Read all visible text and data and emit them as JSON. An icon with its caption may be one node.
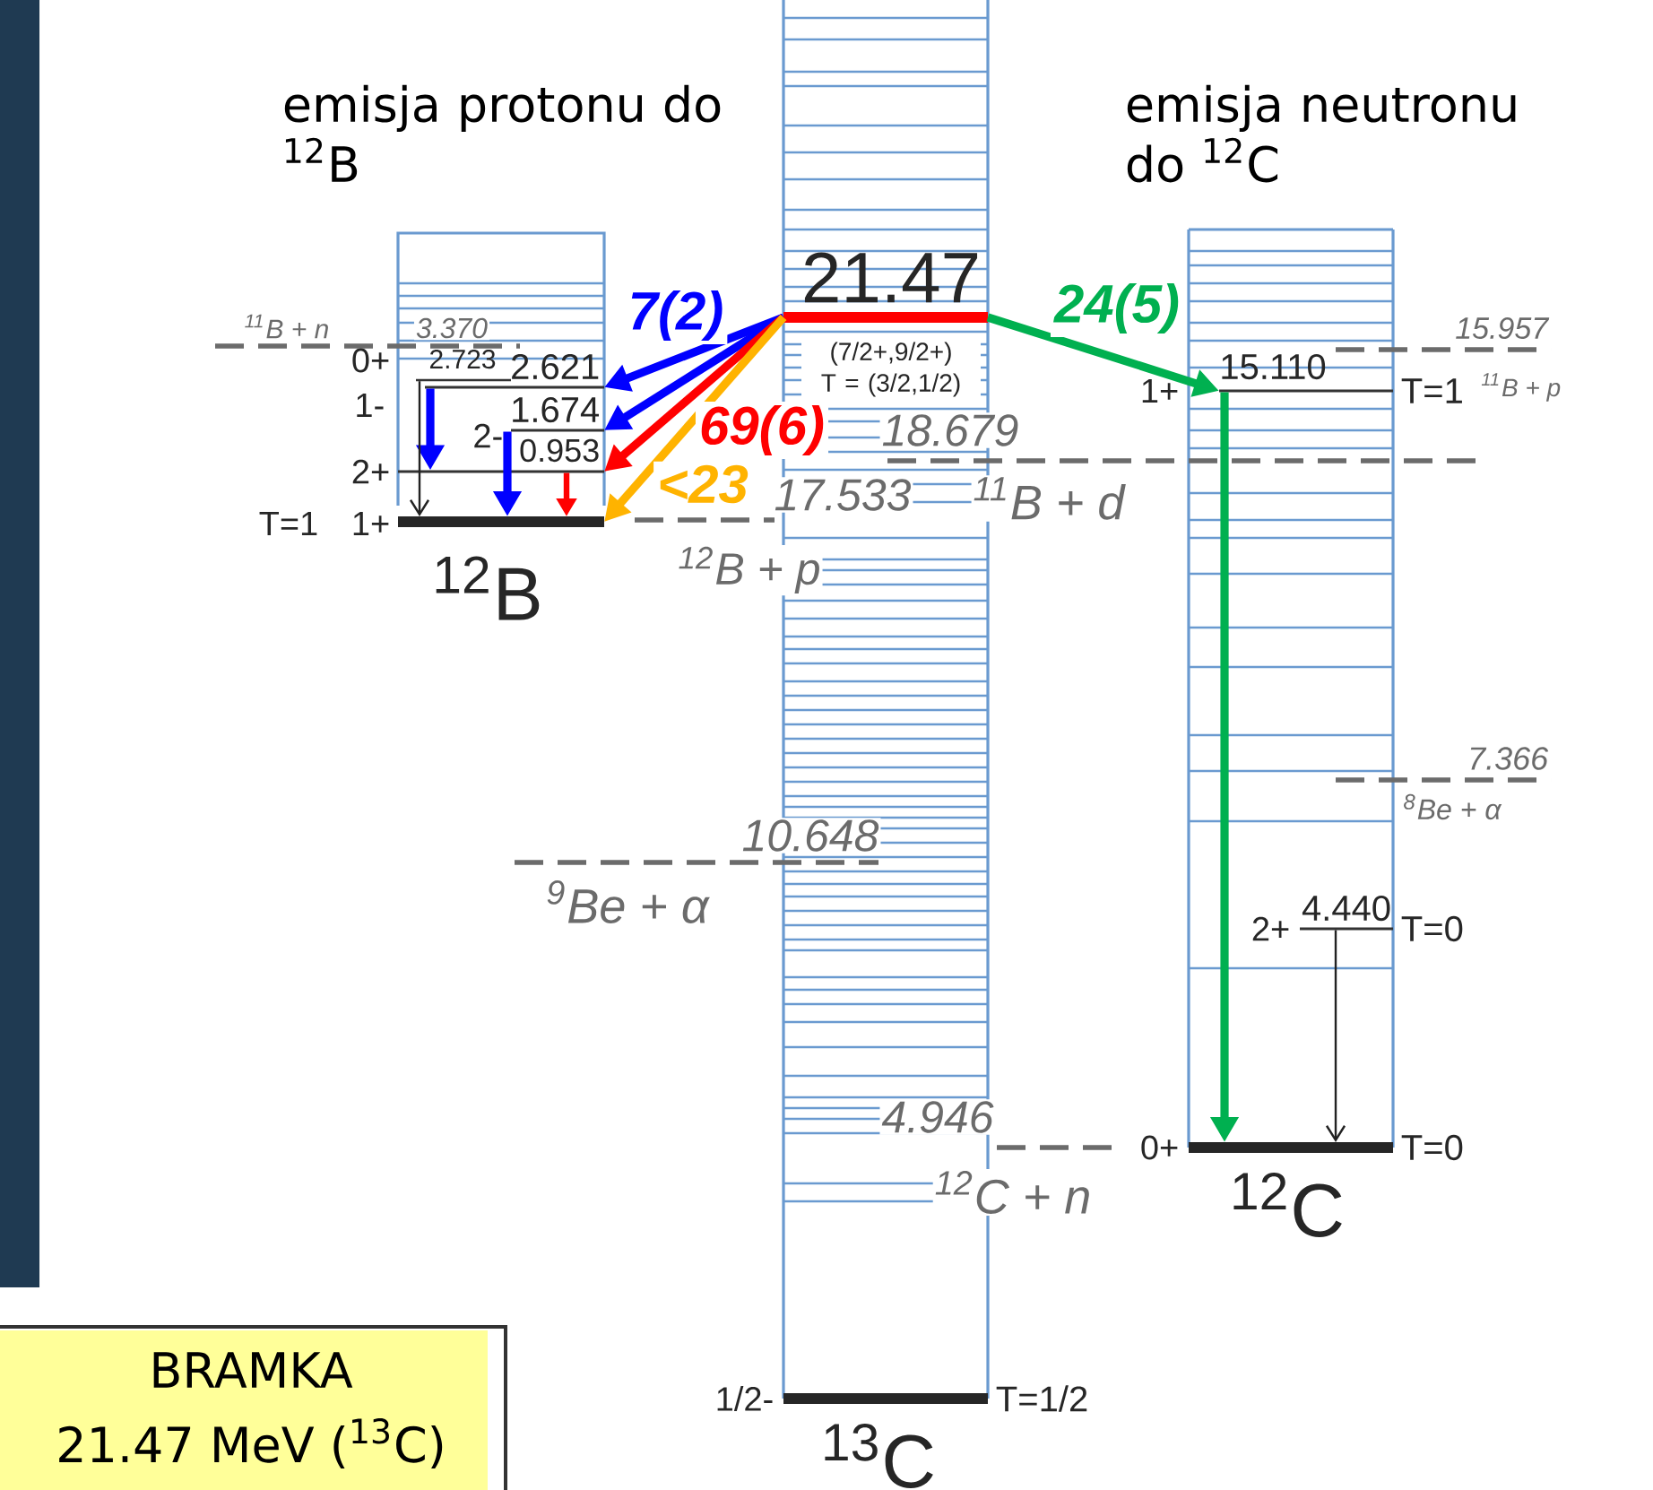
{
  "diagram": {
    "nodes": [
      {
        "text": [
          "21.47",
          "(7/2+,9/2+) T = (3/2,1/2)"
        ]
      },
      {
        "text": [
          "2.621"
        ],
        "beside": [
          "1-"
        ]
      },
      {
        "text": [
          "1.674"
        ],
        "beside": [
          "2-"
        ]
      },
      {
        "text": [
          "0.953"
        ],
        "beside": [
          "2+"
        ]
      },
      {
        "text": [],
        "shape": "bar",
        "beside": [
          "T=1",
          "1+"
        ]
      },
      {
        "text": [
          "2.723"
        ],
        "beside": [
          "0+"
        ]
      },
      {
        "text": [
          "15.110"
        ],
        "beside": [
          "1+",
          "T=1"
        ]
      },
      {
        "text": [
          "4.440"
        ],
        "beside": [
          "2+",
          "T=0"
        ]
      },
      {
        "text": [],
        "shape": "bar",
        "beside": [
          "0+",
          "T=0"
        ]
      },
      {
        "text": [],
        "shape": "bar",
        "beside": [
          "1/2-",
          "T=1/2"
        ]
      },
      {
        "text": [
          "BRAMKA",
          "21.47 MeV ($^{13}$C)"
        ]
      }
    ],
    "edges": [
      {
        "from": 0,
        "to": 1,
        "arrow": "to",
        "label": "7(2)"
      },
      {
        "from": 0,
        "to": 2,
        "arrow": "to"
      },
      {
        "from": 0,
        "to": 3,
        "arrow": "to",
        "label": "69(6)",
        "color": "#ff0000"
      },
      {
        "from": 0,
        "to": 4,
        "arrow": "to",
        "label": "<23",
        "color": "#ffb300"
      },
      {
        "from": 0,
        "to": 6,
        "arrow": "to",
        "label": "24(5)",
        "color": "#00b050"
      },
      {
        "from": 1,
        "to": 3,
        "arrow": "to"
      },
      {
        "from": 2,
        "to": 4,
        "arrow": "to"
      },
      {
        "from": 3,
        "to": 4,
        "arrow": "to",
        "color": "#ff0000"
      },
      {
        "from": 5,
        "to": 4,
        "arrow": "to",
        "color": "#222222"
      },
      {
        "from": 6,
        "to": 8,
        "arrow": "to",
        "color": "#00b050"
      },
      {
        "from": 7,
        "to": 8,
        "arrow": "to",
        "color": "#222222"
      }
    ],
    "labels": [
      "emisja protonu do $^{12}$B",
      "emisja neutronu do $^{12}$C",
      "$^{11}$B + n",
      "3.370",
      "15.957",
      "$^{11}$B + p",
      "18.679",
      "17.533",
      "$^{11}$B + d",
      "$^{12}$B",
      "$^{12}$B + p",
      "7.366",
      "$^{8}$Be + α",
      "10.648",
      "$^{9}$Be + α",
      "4.946",
      "$^{12}$C + n",
      "$^{12}$C",
      "$^{13}$C"
    ]
  }
}
